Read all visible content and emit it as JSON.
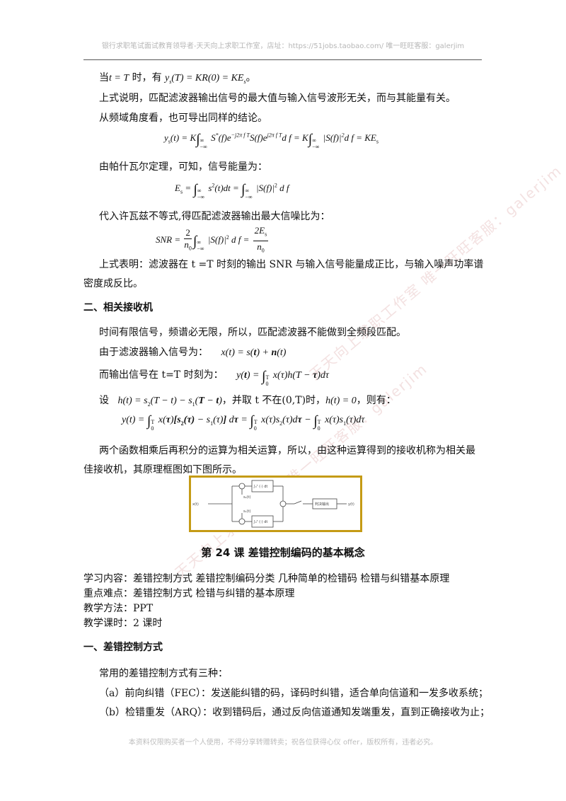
{
  "header": {
    "text": "银行求职笔试面试教育领导者-天天向上求职工作室，店址：https://51jobs.taobao.com/ 唯一旺旺客服：galerjim"
  },
  "footer": {
    "text": "本资料仅限购买者一个人使用，不得分享转赠转卖；祝各位获得心仪 offer，版权所有，违者必究。"
  },
  "watermark": {
    "text": "天天向上求职工作室 唯一旺旺客服：galerjim"
  },
  "body": {
    "p1_prefix": "当",
    "p1_cond": "t = T",
    "p1_mid": " 时，有 ",
    "p1_eq": "y",
    "p1_eq_sub": "s",
    "p1_eq_rest": "(T) = KR(0) = KE",
    "p1_eq_sub2": "s",
    "p1_end": "。",
    "p2": "上式说明，匹配滤波器输出信号的最大值与输入信号波形无关，而与其能量有关。",
    "p3": "从频域角度看，也可导出同样的结论。",
    "p4": "由帕什瓦尔定理，可知，信号能量为：",
    "p5": "代入许瓦兹不等式,得匹配滤波器输出最大信噪比为：",
    "p6a": "上式表明：滤波器在 t =T 时刻的输出 SNR 与输入信号能量成正比，与输入噪声功率谱",
    "p6b": "密度成反比。",
    "sec2": "二、相关接收机",
    "p7": "时间有限信号，频谱必无限，所以，匹配滤波器不能做到全频段匹配。",
    "p8": "由于滤波器输入信号为：",
    "p9": "而输出信号在 t=T 时刻为：",
    "p10a": "设",
    "p10b": "，并取  t  不在(0,T)时，",
    "p10c": "，则有：",
    "p11a": "两个函数相乘后再积分的运算为相关运算，所以，由这种运算得到的接收机称为相关最",
    "p11b": "佳接收机，其原理框图如下图所示。",
    "lesson_title": "第 24 课    差错控制编码的基本概念",
    "content_line": "学习内容：差错控制方式   差错控制编码分类   几种简单的检错码      检错与纠错基本原理",
    "key_line": "重点难点：差错控制方式    检错与纠错的基本原理",
    "method_line": "教学方法：PPT",
    "hours_line": "教学课时：2 课时",
    "sec1": "一、差错控制方式",
    "p12": "常用的差错控制方式有三种：",
    "p13": "（a）前向纠错（FEC）：发送能纠错的码，译码时纠错，适合单向信道和一发多收系统；",
    "p14": "（b）检错重发（ARQ）：收到错码后，通过反向信道通知发端重发，直到正确接收为止；"
  },
  "equations": {
    "eq1": "y_s(t) = K ∫_{-∞}^{∞} S*(f) e^{-j2πfT} S(f) e^{j2πfT} df = K ∫_{-∞}^{∞} |S(f)|² df = KE_s",
    "eq2": "E_s = ∫_{-∞}^{∞} s²(t)dt = ∫_{-∞}^{∞} |S(f)|² df",
    "eq3": "SNR = (2/n_0) ∫_{-∞}^{∞} |S(f)|² df = 2E_s/n_0",
    "eq4": "x(t) = s(t) + n(t)",
    "eq5": "y(t) = ∫_0^T x(τ)h(T − τ)dτ",
    "eq6a": "h(t) = s_2(T − t) − s_1(T − t)",
    "eq6b": "h(t) = 0",
    "eq7": "y(t) = ∫_0^T x(τ)[s_2(τ) − s_1(τ)] dτ = ∫_0^T x(τ)s_2(τ)dτ − ∫_0^T x(τ)s_1(τ)dτ"
  },
  "diagram": {
    "input_label": "x(t)",
    "upper_ref": "s₂(t)",
    "lower_ref": "s₁(t)",
    "upper_integrator": "∫₀ᵀ (·) dt",
    "lower_integrator": "∫₀ᵀ (·) dt",
    "decision": "判决输出",
    "output_label": "y(t)"
  }
}
